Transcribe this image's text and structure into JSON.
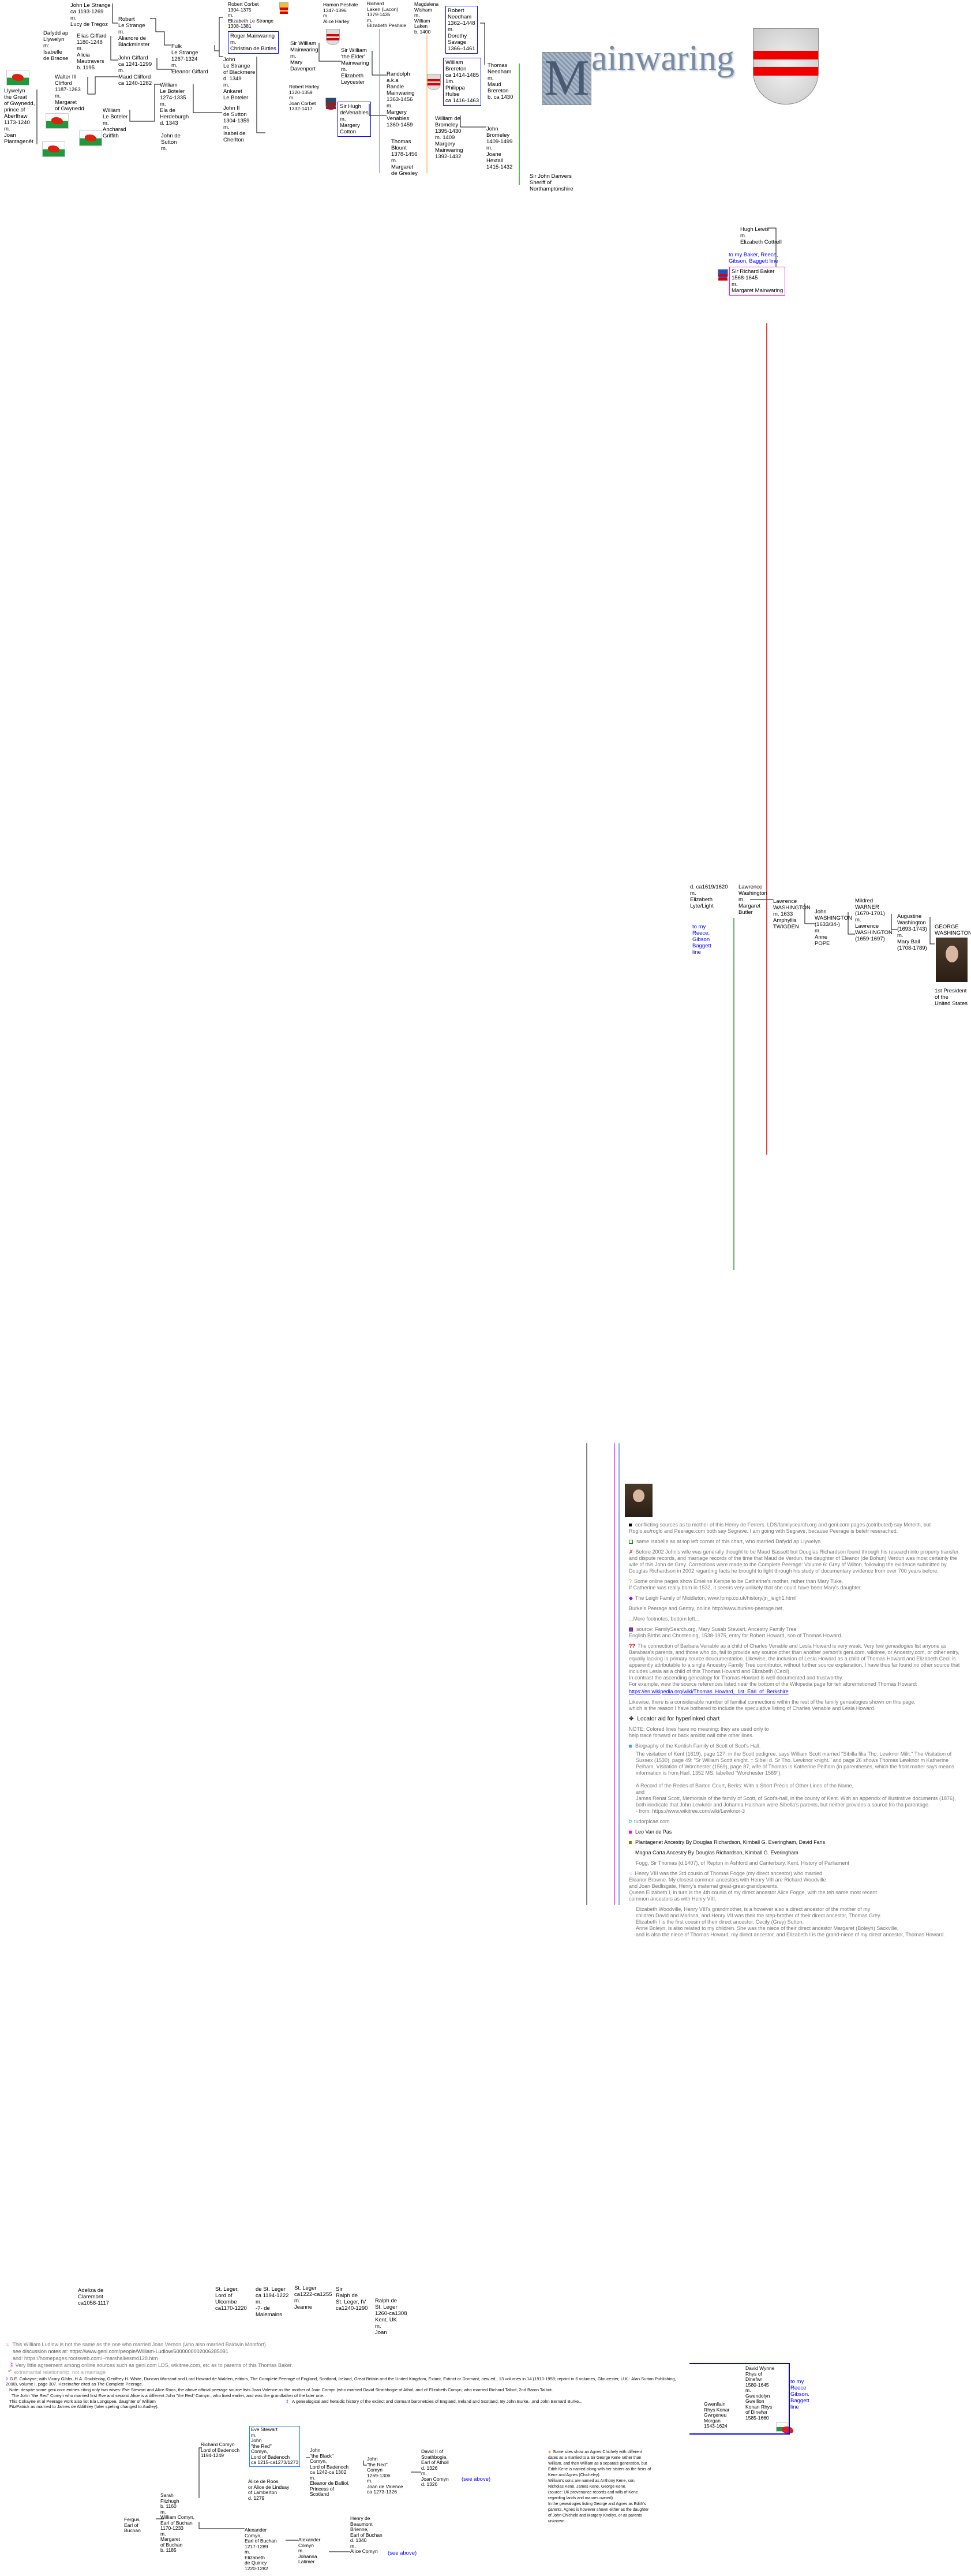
{
  "title": {
    "text": "ainwaring",
    "initial": "M"
  },
  "people": [
    {
      "text": "John Le Strange\nca 1193-1269\n m.\nLucy de Tregoz"
    },
    {
      "text": "Robert\nLe Strange\n m.\nAlianore de\nBlackminster"
    },
    {
      "text": "Dafydd ap\nLlywelyn\n m:\nIsabelle\nde Braose"
    },
    {
      "text": "Elias Giffard\n1180-1248\n m.\nAlicia\nMautravers\n b. 1195"
    },
    {
      "text": "John Giffard\nca 1241-1299\n m.\nMaud Clifford\nca 1240-1282"
    },
    {
      "text": "Fulk\nLe Strange\n1267-1324\n m.\nEleanor Giffard"
    },
    {
      "text": "Walter III\nClifford\n1187-1263\n m.\nMargaret\nof Gwynedd"
    },
    {
      "text": "Llywelyn\nthe Great\nof Gwynedd,\nprince of\nAberffraw\n1173-1240\n m.\nJoan\nPlantagenêt"
    },
    {
      "text": "Robert Corbet\n1304-1375\n m.\nElizabeth Le Strange\n1308-1381"
    },
    {
      "text": "Roger Mainwaring\n m.\nChristian de Birtles"
    },
    {
      "text": "John\nLe Strange\nof Blackmere\n d. 1349\n m.\nAnkaret\nLe Boteler"
    },
    {
      "text": "William\nLe Boteler\n1274-1335\n m.\nEla de\nHerdeburgh\n d. 1343"
    },
    {
      "text": "William\nLe Boteler\n m.\nAncharad\nGriffith"
    },
    {
      "text": "John II\nde Sutton\n1304-1359\n m.\nIsabel de\nCherlton"
    },
    {
      "text": "John de\nSutton\n m."
    },
    {
      "text": "Hamon Peshale\n1347-1396\n m.\nAlice Harley"
    },
    {
      "text": "Richard\nLaken (Lacon)\n1379-1435\n m.\nElizabeth Peshale"
    },
    {
      "text": "Magdalena\nWisham\n m.\nWilliam\nLaken\n b. 1400"
    },
    {
      "text": "Robert\nNeedham\n1362–1448\n m.\nDorothy\nSavage\n1366–1461"
    },
    {
      "text": "William\nBrereton\nca 1414-1485\n 1m.\nPhilippa\nHulse\nca 1416-1463"
    },
    {
      "text": "Thomas\nNeedham\n m.\nMaud\nBrereton\n b. ca 1430"
    },
    {
      "text": "Sir William\nMainwaring\n m.\nMary\nDavenport"
    },
    {
      "text": "Sir William\n'the Elder'\nMainwaring\n m.\nElizabeth\nLeycester"
    },
    {
      "text": "Randolph\na.k.a\nRandle\nMainwaring\n1363-1456\n m.\nMargery\nVenables\n1360-1459"
    },
    {
      "text": "Robert Harley\n1320-1359\n m.\nJoan Corbet\n1332-1417"
    },
    {
      "text": "Sir Hugh\ndeVenables\n m.\nMargery\nCotton"
    },
    {
      "text": "William de\nBromeley\n1395-1430\n m. 1409\nMargery\nMainwaring\n1392-1432"
    },
    {
      "text": "John\nBromeley\n1409-1499\n m.\nJoane\nHextall\n1415-1432"
    },
    {
      "text": "Thomas\nBlount\n1378-1456\n m.\nMargaret\nde Gresley"
    },
    {
      "text": "Sir John Danvers\nSheriff of\nNorthamptonshire"
    },
    {
      "text": "Hugh Lewis\n m.\nElizabeth Cottrell"
    },
    {
      "text": "Sir Richard Baker\n1568-1645\n m.\nMargaret Mainwaring"
    },
    {
      "text": "d. ca1619/1620\n m.\nElizabeth\nLyte/Light"
    },
    {
      "text": "Lawrence\nWashington\n m.\nMargaret\nButler"
    },
    {
      "text": "Lawrence\nWASHINGTON\n m. 1633\nAmphyllis\nTWIGDEN"
    },
    {
      "text": "John\nWASHINGTON\n(1633/34-)\n m.\nAnne\nPOPE"
    },
    {
      "text": "Mildred\nWARNER\n(1670-1701)\n m.\nLawrence\nWASHINGTON\n(1659-1697)"
    },
    {
      "text": "Augustine\nWashington\n(1693-1743)\n m.\nMary Ball\n(1708-1789)"
    },
    {
      "text": "GEORGE\nWASHINGTON"
    },
    {
      "text": "Adeliza de\nClaremont\nca1058-1117"
    },
    {
      "text": "St. Leger,\nLord of\nUlcombe\nca1170-1220"
    },
    {
      "text": "de St. Leger\nca 1194-1222\n m.\n-?- de\nMalemains"
    },
    {
      "text": "St. Leger\nca1222-ca1255\n m.\nJeanne"
    },
    {
      "text": "Sir\nRalph de\nSt. Leger, IV\nca1240-1290"
    },
    {
      "text": "Ralph de\nSt. Leger\n1260-ca1308\nKent, UK\n m.\nJoan"
    },
    {
      "text": "Eve Stewart\n m.\nJohn\n\"the Red\"\nComyn,\nLord of Badenoch\nca 1215-ca1273/1273"
    },
    {
      "text": "Richard Comyn\nLord of Badenoch\n1194-1249"
    },
    {
      "text": "John\n\"the Black\"\nComyn,\nLord of Badenoch\nca 1242-ca 1302\n m.\nEleanor de Balliol,\nPrincess of\nScotland"
    },
    {
      "text": "John\n\"the Red\"\nComyn\n1269-1306\n m.\nJoan de Valence\nca 1273-1326"
    },
    {
      "text": "David II of\nStrathbogie,\nEarl of Atholl\nd. 1326\n m.\nJoan Comyn\nd. 1326"
    },
    {
      "text": "Alice de Roos\nor Alice de Lindsay\nof Lamberton\nd. 1279"
    },
    {
      "text": "Sarah\nFitzhugh\n b. 1160\n m.\nWilliam Comyn,\nEarl of Buchan\n1170-1233\n m.\nMargaret\nof Buchan\n b. 1185"
    },
    {
      "text": "Fergus,\nEarl of\nBuchan"
    },
    {
      "text": "Alexander\nComyn,\nEarl of Buchan\n1217-1289\n m.\nElizabeth\nde Quincy\n1220-1282"
    },
    {
      "text": "Alexander\nComyn\n m.\nJohanna\nLatimer"
    },
    {
      "text": "Henry de\nBeaumont\nBrienne,\nEarl of Buchan\nd. 1340\n m.\nAlice Comyn"
    },
    {
      "text": "Gwenllain\nRhys Konar\nGwrgeneu\nMorgan\n1543-1624"
    },
    {
      "text": "David Wynne\nRhys of\nDinefwr\n1580-1645\n m.\nGwendolyn\nGwellion\nKonan Rhys\nof Dinefwr\n1585-1660"
    }
  ],
  "links": {
    "baker_line": "to my Baker, Reece,\nGibson, Baggett line",
    "reece_line": "to my\nReece,\nGibson\nBaggett\nline",
    "reece_line2": "to my\nReece\nGibson.\nBaggett\nline",
    "see_above_1": "(see above)",
    "see_above_2": "(see above)"
  },
  "president_caption": "1st President\nof the\nUnited States",
  "notes_right": [
    "conflicting sources as to mother of this Henry de Ferrers.  LDS/familysearch.org and geni.com pages (cotributed) say Meteith, but\nRoglo.eu/roglo and Peerage.com both say Segrave. I am going with Segrave, because Peerage is betetr reserached.",
    "same Isabelle as at top left corner of this chart, who married Dafydd ap Llywelyn",
    "Before 2002 John's wife was generally thought to be Maud Bassett but Douglas Richardson found through his research into property transfer and dispute records, and marriage records of the time that Maud de Verdun, the daughter of Eleanor (de Bohun) Verdun was most certainly the wife of this John de Grey. Corrections were made to the Complete Peerage: Volume 6: Grey of Wilton, following the evidence submitted by Douglas Richardson in 2002 regarding facts he brought to light through his study of documentary evidence from over 700 years before.",
    "Some online pages show Emeline Kempe to be Catherine's mother, rather than Mary Tuke.\nIf Catherine was really born in 1532,  it seems very unlikely that she could have been Mary's daughter.",
    "The Leigh Family of Middleton, www.fomp.co.uk/history/jn_leigh1.html",
    "Burke's Peerage and Gentry, online http://www.burkes-peerage.net.",
    "...More footnotes, bottom left...",
    "source: FamilySearch.org, Mary Susab Stewart, Ancestry Family Tree\n            English Births and Christening, 1538-1975, entry for Robert Howard, son of Thomas Howard.",
    "The connection of Barbara Venable as a child of Charles Venable and  Lesla Howard is very weak.  Very few genealogies list anyone as Barabara's parents, and those who do, fail to provide any source other than another person's geni.com, wikitree, or Ancestry.com, or other entry, equally lacking in primary source doucumentation. Likewise, the inclusion of Lesla Howard as a child of Thomas Howard and Elizabeth Cecil is apparently attributable to a single Ancestry Family Tree contributor, without further source explanation.   I have thus far found no other source that includes Lesla as a child of this Thomas Howard and Elizabeth (Cecil).\nIn contrast the ascending genealogy for Thomas Howard is well-documented and trustworthy.\nFor example, view the source references listed near the bottom of the Wikipedia page for teh aforemetioned Thomas Howard:",
    "https://en.wikipedia.org/wiki/Thomas_Howard,_1st_Earl_of_Berkshire",
    "Likewise, there is a considerable number of familial connections within the rest of the family genealogies shown on this page,\nwhich is the reason I have bothered to include the speculative  listing of Charles Venable  and Lesla Howard.",
    "Locator aid for hyperlinked chart",
    "NOTE: Colored lines have no meaning; they are used only to\nhelp trace forward or back amidst oall othe other lines.",
    "Biography of the Kentish Family of Scott of Scot's Hall.",
    "The visitation of Kent (1619), page 127, in the Scott pedigree, says William Scott married \"Sibilla filia Tho: Lewknor Milit.\" The Visitation of Sussex (1530), page 49: \"Sr William Scott knight. = Sibell d. Sr Tho. Lewknor knight.\" and page 26 shows Thomas Lewknor m Katherine Pelham. Visitation of Worchester (1569), page 87, wife of Thomas is Katherine Pelham (in parentheses, which the front matter says means information is from Harl. 1352 MS, labelled \"Worchester 1569\").\n\nA Record of the Redes of Barton Court, Berks: With a Short Précis of Other Lines of the Name,\n  and\nJames Renat Scott, Memorials of the family of Scott, of Scot's-hall, in the county of Kent. With an appendix of illustrative documents (1876),  both inndicate that John Lewknor and Johanna Halsham were Sibella's parents, but neither provides a source fro tha parentage.\n  - from: https://www.wikitree.com/wiki/Lewknor-3",
    "tudorplcae.com",
    "Leo Van de Pas",
    "Plantagenet Ancestry By Douglas Richardson, Kimball G. Everingham, David Faris",
    "Magna Carta Ancestry By Douglas Richardson, Kimball G. Everingham",
    "Fogg, Sir Thomas (d.1407), of Repton in Ashford and Canterbury, Kent, History of Parliament",
    "Henry VIII was the 3rd cousin of Thomas Fogge (my direct ancestor) who married\nEleanor Browne. My closest common ancestors with Henry VIII are Richard Woodville\nand Joan Bedlisgate, Henry's maternal great-great-grandparents.\nQueen Elizabeth I, in turn is the 4th cousin of my direct ancestor Alice Fogge, with the teh same most recent\ncommon ancestors as with Henry VIII.",
    "Elizabeth Woodville, Henry VIII's grandmother, is a however also a direct ancestor of the mother of my\nchildren David and Marissa, and Henry VII was their the step-brother of their direct ancestor, Thomas Grey.\nElizabeth I  is the first cousin of their direct ancestor, Cecily (Grey) Sutton.\nAnne Boleyn, is also related to my children. She was the niece of their direct ancestor Margaret (Boleyn) Sackville,\nand is also the niece of Thomas Howard, my direct ancestor, and Elizabeth I is the grand-niece of my direct ancestor, Thomas Howard."
  ],
  "notes_bottom": [
    "This William Ludlow is not the same as the one who married Joan Vernon (who also married Baldwin Montfort).",
    "see discussion notes at: https://www.geni.com/people/William-Ludlow/6000000002006285091",
    "and:  https://homepages.rootsweb.com/~marshall/esmd128.htm",
    "Very little agreement among online sources such as geni.com LDS, wikitree.com, etc as to parents of this Thomas Baker.",
    "extramarital relationship, not a marriage",
    "G.E. Cokayne; with Vicary Gibbs, H.A. Doubleday, Geoffrey H. White, Duncan Warrand and Lord Howard de Walden, editors, The Complete Peerage of England, Scotland, Ireland, Great Britain and the United Kingdom, Extant, Extinct or Dormant, new ed., 13 volumes in 14 (1910-1959; reprint in 6 volumes, Gloucester, U.K.: Alan Sutton Publishing, 2000), volume I, page 307. Hereinafter cited as The Complete Peerage.",
    "Note: despite some geni.com entries citing only two wives: Eve Stewart and Alice Roos, the above official peerage source lists Joan Valence as the mother of Joan Comyn (who married David Strathbogie of Athol, and of Elizabeth Comyn, who married Richard Talbot, 2nd Baron Talbot.",
    "The John \"the Red\" Comyn who married first Eve and second Alice is a different John \"the Red\" Comyn , who lived earlier, and was the grandfather of the later one.",
    "This Cokayne et al Peerage work also list Ela Longspee, daughter of William\nFitzPatrick as married to James de Aldithley (later speling changed to Audley).",
    "A genealogical and heraldic history of the extinct and dormant baronetcies of England, Ireland and Scotland. By John Burke...and John Bernard Burke...",
    "Some sites show an Agnes Chichely with different dates as a married to a Sir George Kene rather than William, and then William as a separate generation, but Edith Kene is named along with her sisters as the heirs of Kene and Agnes (Chicheley).\nWilliam's sons are named as Anthony Kene, son, Nicholas Kene, James Kene, George Kene.\n(source: UK  provenance records and wills of Kene regarding lands and manors owned)\nIn the genealogies listing George and Agnes as Edith's parents, Agnes is however shown either as the daughter of John Chichele and Margery Knollys, or as parents unknown."
  ],
  "colors": {
    "line_red": "#e00000",
    "line_blue": "#0000ff",
    "line_pink": "#ff00ff",
    "line_orange": "#ff8040",
    "line_green": "#008000",
    "link": "#0000ff",
    "note": "#777777"
  }
}
